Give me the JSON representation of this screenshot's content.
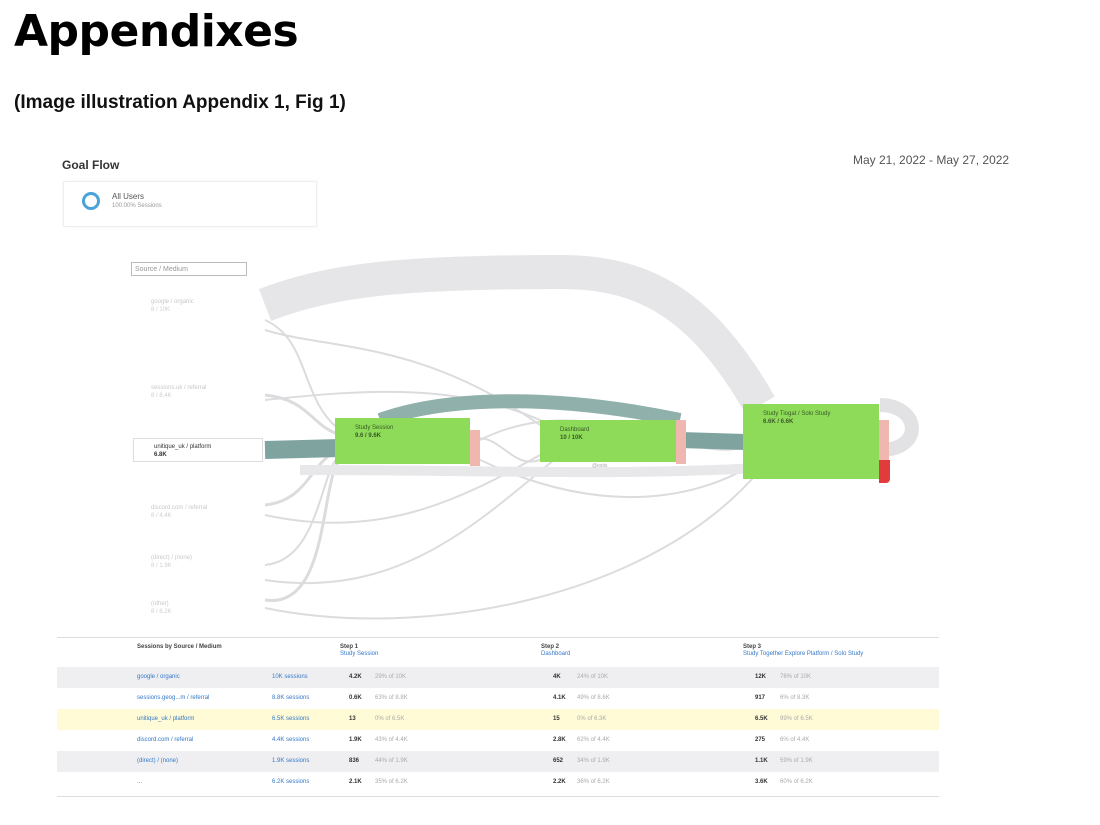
{
  "document": {
    "title": "Appendixes",
    "subtitle": "(Image illustration Appendix 1, Fig 1)"
  },
  "report": {
    "title": "Goal Flow",
    "date_range": "May 21, 2022 - May 27, 2022",
    "segment": {
      "name": "All Users",
      "sub": "100.00% Sessions"
    },
    "dimension_label": "Source / Medium",
    "source_nodes": [
      {
        "label": "google / organic",
        "value": "8 / 10K"
      },
      {
        "label": "sessions.uk / referral",
        "value": "8 / 8.4K"
      },
      {
        "label": "unitique_uk / platform",
        "value": "6.8K"
      },
      {
        "label": "discord.com / referral",
        "value": "8 / 4.4K"
      },
      {
        "label": "(direct) / (none)",
        "value": "8 / 1.9K"
      },
      {
        "label": "(other)",
        "value": "8 / 6.2K"
      }
    ],
    "steps": [
      {
        "label": "Study Session",
        "value": "9.6 / 9.6K"
      },
      {
        "label": "Dashboard",
        "value": "10 / 10K"
      },
      {
        "label": "Study Tiogat / Solo Study",
        "value": "6.6K / 6.6K"
      }
    ],
    "dropoff_label": "@exits"
  },
  "table": {
    "header": {
      "main": "Sessions by Source / Medium",
      "steps": [
        {
          "num": "Step 1",
          "name": "Study Session"
        },
        {
          "num": "Step 2",
          "name": "Dashboard"
        },
        {
          "num": "Step 3",
          "name": "Study Together Explore Platform / Solo Study"
        }
      ]
    },
    "rows": [
      {
        "source": "google / organic",
        "sessions": "10K sessions",
        "s1": "4.2K",
        "p1": "29% of 10K",
        "s2": "4K",
        "p2": "24% of 10K",
        "s3": "12K",
        "p3": "76% of 10K"
      },
      {
        "source": "sessions.geog...m / referral",
        "sessions": "8.8K sessions",
        "s1": "0.6K",
        "p1": "63% of 8.8K",
        "s2": "4.1K",
        "p2": "49% of 8.6K",
        "s3": "917",
        "p3": "6% of 8.3K"
      },
      {
        "source": "unitique_uk / platform",
        "sessions": "6.5K sessions",
        "s1": "13",
        "p1": "0% of 6.5K",
        "s2": "15",
        "p2": "0% of 6.3K",
        "s3": "6.5K",
        "p3": "99% of 6.5K"
      },
      {
        "source": "discord.com / referral",
        "sessions": "4.4K sessions",
        "s1": "1.9K",
        "p1": "43% of 4.4K",
        "s2": "2.8K",
        "p2": "62% of 4.4K",
        "s3": "275",
        "p3": "6% of 4.4K"
      },
      {
        "source": "(direct) / (none)",
        "sessions": "1.9K sessions",
        "s1": "836",
        "p1": "44% of 1.9K",
        "s2": "652",
        "p2": "34% of 1.9K",
        "s3": "1.1K",
        "p3": "59% of 1.9K"
      },
      {
        "source": "...",
        "sessions": "6.2K sessions",
        "s1": "2.1K",
        "p1": "35% of 6.2K",
        "s2": "2.2K",
        "p2": "36% of 6.2K",
        "s3": "3.6K",
        "p3": "60% of 6.2K"
      }
    ]
  },
  "colors": {
    "step_fill": "#8ddb58",
    "highlight_flow": "#7fa4a0",
    "flow_gray": "#e4e4e6",
    "dropoff": "#e23b3b",
    "link": "#3478c8",
    "row_highlight": "#fffbd6"
  }
}
